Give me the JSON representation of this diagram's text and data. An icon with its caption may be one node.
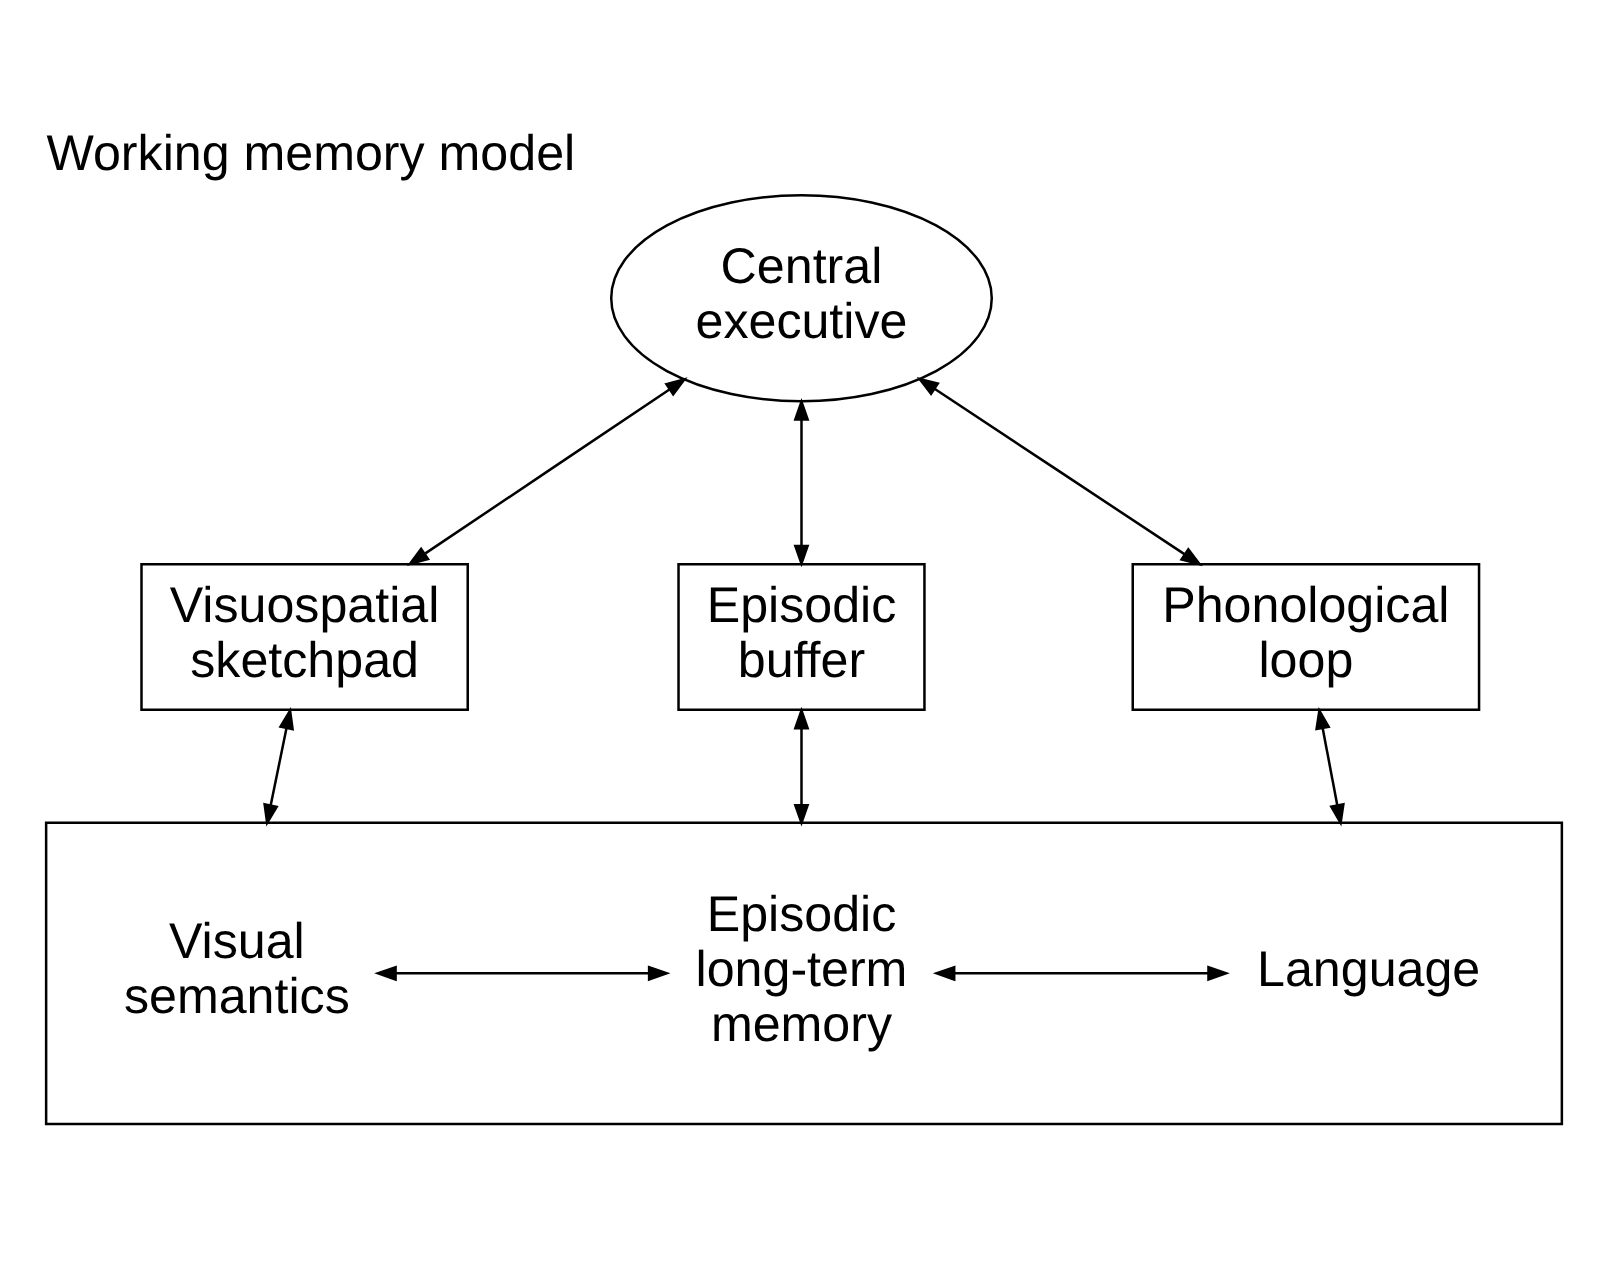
{
  "diagram": {
    "title": "Working memory model",
    "nodes": [
      {
        "text": [
          "Central executive"
        ]
      },
      {
        "text": [
          "Visuospatial sketchpad"
        ]
      },
      {
        "text": [
          "Episodic buffer"
        ]
      },
      {
        "text": [
          "Phonological loop"
        ]
      },
      {
        "text": [],
        "shape": "box"
      },
      {
        "text": [
          "Visual semantics"
        ],
        "in": 4
      },
      {
        "text": [
          "Episodic long-term memory"
        ],
        "in": 4
      },
      {
        "text": [
          "Language"
        ],
        "in": 4
      }
    ],
    "edges": [
      {
        "from": 0,
        "to": 1,
        "arrow": "both"
      },
      {
        "from": 0,
        "to": 2,
        "arrow": "both"
      },
      {
        "from": 0,
        "to": 3,
        "arrow": "both"
      },
      {
        "from": 1,
        "to": 4,
        "arrow": "both"
      },
      {
        "from": 2,
        "to": 4,
        "arrow": "both"
      },
      {
        "from": 3,
        "to": 4,
        "arrow": "both"
      },
      {
        "from": 5,
        "to": 6,
        "arrow": "both"
      },
      {
        "from": 6,
        "to": 7,
        "arrow": "both"
      }
    ]
  }
}
